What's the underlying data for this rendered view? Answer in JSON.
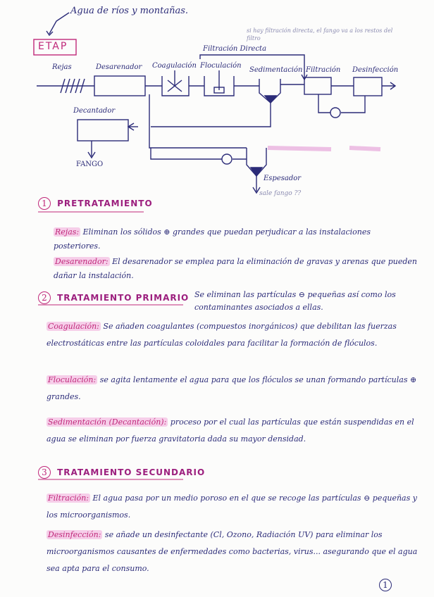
{
  "diagram": {
    "top_note": "Agua de ríos y montañas.",
    "etap_label": "ETAP",
    "side_note": "si hay filtración directa, el fango va a los restos del filtro",
    "direct_filtration": "Filtración Directa",
    "stages": [
      "Rejas",
      "Desarenador",
      "Coagulación",
      "Floculación",
      "Sedimentación",
      "Filtración",
      "Desinfección"
    ],
    "decantador": "Decantador",
    "fango": "FANGO",
    "espesador": "Espesador",
    "sale_fango": "sale fango ??"
  },
  "sections": {
    "s1": {
      "number": "1",
      "title": "PRETRATAMIENTO"
    },
    "s2": {
      "number": "2",
      "title": "TRATAMIENTO PRIMARIO",
      "intro": "Se eliminan las partículas ⊖ pequeñas así como los contaminantes asociados a ellas."
    },
    "s3": {
      "number": "3",
      "title": "TRATAMIENTO SECUNDARIO"
    }
  },
  "items": {
    "rejas_term": "Rejas:",
    "rejas_text": "Eliminan los sólidos ⊕ grandes que puedan perjudicar a las instalaciones posteriores.",
    "desarenador_term": "Desarenador:",
    "desarenador_text": "El desarenador se emplea para la eliminación de gravas y arenas que pueden dañar la instalación.",
    "coag_term": "Coagulación:",
    "coag_text": "Se añaden coagulantes (compuestos inorgánicos) que debilitan las fuerzas electrostáticas entre las partículas coloidales para facilitar la formación de flóculos.",
    "floc_term": "Floculación:",
    "floc_text": "se agita lentamente el agua para que los flóculos se unan formando partículas ⊕ grandes.",
    "sedim_term": "Sedimentación (Decantación):",
    "sedim_text": "proceso por el cual las partículas que están suspendidas en el agua se eliminan por fuerza gravitatoria dada su mayor densidad.",
    "filt_term": "Filtración:",
    "filt_text": "El agua pasa por un medio poroso en el que se recoge las partículas ⊖ pequeñas y los microorganismos.",
    "desinf_term": "Desinfección:",
    "desinf_text": "se añade un desinfectante (Cl, Ozono, Radiación UV) para eliminar los microorganismos causantes de enfermedades como bacterias, virus... asegurando que el agua sea apta para el consumo."
  },
  "page_number": "1"
}
